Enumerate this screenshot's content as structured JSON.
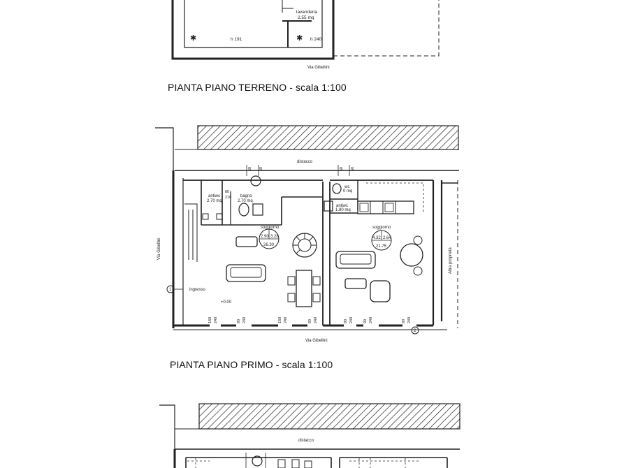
{
  "captions": {
    "terreno": "PIANTA PIANO TERRENO - scala 1:100",
    "primo": "PIANTA PIANO PRIMO - scala 1:100"
  },
  "ground_floor": {
    "lavanderia_name": "lavanderia",
    "lavanderia_area": "2.55 mq",
    "height_left": "h 191",
    "height_right": "h 240",
    "street": "Via Gibellini"
  },
  "first_floor": {
    "distacco": "distacco",
    "street_bottom": "Via Gibellini",
    "street_side": "Via Gibellini",
    "altra_proprieta": "Altra proprietà",
    "ingresso": "ingresso",
    "level": "+0.00",
    "antiwc_left_name": "antiwc",
    "antiwc_left_area": "2.70 mq",
    "bagno_name": "bagno",
    "bagno_area": "2.70 mq",
    "wc_name": "wc",
    "wc_area": "0 mq",
    "antiwc_right_name": "antiwc",
    "antiwc_right_area": "1.80 mq",
    "soggiorno_left_name": "soggiorno",
    "soggiorno_left_dims": "2.90",
    "soggiorno_left_h": "3.28",
    "soggiorno_left_area": "26.30",
    "soggiorno_right_name": "soggiorno",
    "soggiorno_right_dims": "4.32",
    "soggiorno_right_h": "2.64",
    "soggiorno_right_area": "21.75",
    "dim_80": "80",
    "dim_210": "210",
    "dim_50a": "50",
    "dim_50b": "50",
    "dim_50c": "50",
    "dim_50d": "50",
    "section_1": "1",
    "section_2": "2",
    "window_labels": [
      "160",
      "240",
      "90",
      "240",
      "160",
      "240",
      "90",
      "240",
      "90",
      "240",
      "90",
      "240",
      "90",
      "240"
    ]
  },
  "second_floor": {
    "distacco": "distacco"
  }
}
